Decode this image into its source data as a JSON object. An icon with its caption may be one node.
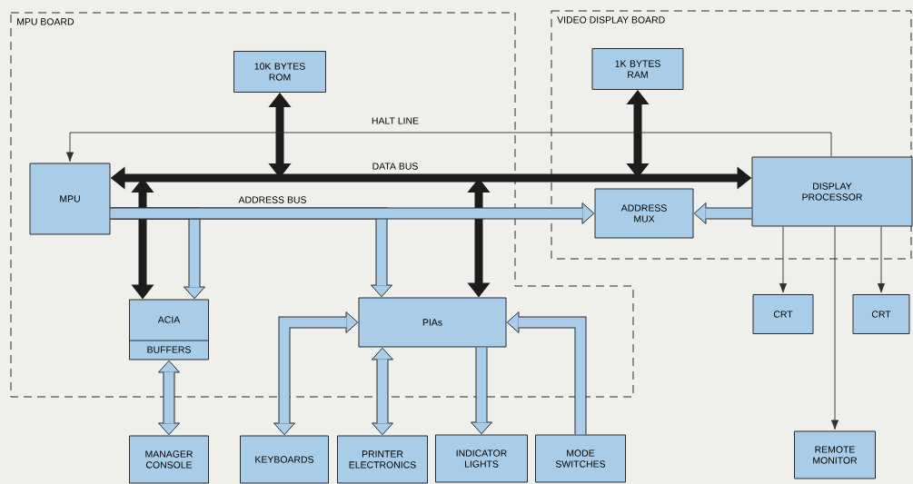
{
  "diagram": {
    "nodes": [
      {
        "text": [
          "MPU BOARD"
        ]
      },
      {
        "text": [
          "VIDEO DISPLAY BOARD"
        ]
      },
      {
        "text": [
          "10K BYTES ROM"
        ],
        "in": 0
      },
      {
        "text": [
          "MPU"
        ],
        "in": 0
      },
      {
        "text": [
          "1K BYTES RAM"
        ],
        "in": 1
      },
      {
        "text": [
          "DISPLAY PROCESSOR"
        ],
        "in": 1
      },
      {
        "text": [
          "ADDRESS MUX"
        ],
        "in": 1
      },
      {
        "text": [
          "ACIA",
          "BUFFERS"
        ],
        "in": 0
      },
      {
        "text": [
          "PIAs"
        ],
        "in": 0
      },
      {
        "text": [
          "CRT"
        ]
      },
      {
        "text": [
          "CRT"
        ]
      },
      {
        "text": [
          "MANAGER CONSOLE"
        ]
      },
      {
        "text": [
          "KEYBOARDS"
        ]
      },
      {
        "text": [
          "PRINTER ELECTRONICS"
        ]
      },
      {
        "text": [
          "INDICATOR LIGHTS"
        ]
      },
      {
        "text": [
          "MODE SWITCHES"
        ]
      },
      {
        "text": [
          "REMOTE MONITOR"
        ]
      }
    ],
    "edges": [
      {
        "from": 3,
        "to": 5,
        "arrow": "both",
        "label": "DATA BUS",
        "color": "#1c1c1c"
      },
      {
        "from": 2,
        "to": null,
        "arrow": "both",
        "color": "#1c1c1c"
      },
      {
        "from": 4,
        "to": null,
        "arrow": "both",
        "color": "#1c1c1c"
      },
      {
        "from": 7,
        "to": null,
        "arrow": "both",
        "color": "#1c1c1c"
      },
      {
        "from": 8,
        "to": null,
        "arrow": "both",
        "color": "#1c1c1c"
      },
      {
        "from": 3,
        "to": 6,
        "arrow": "to",
        "label": "ADDRESS BUS"
      },
      {
        "from": 3,
        "to": 7,
        "arrow": "to"
      },
      {
        "from": 3,
        "to": 8,
        "arrow": "to"
      },
      {
        "from": 5,
        "to": 6,
        "arrow": "to"
      },
      {
        "from": 5,
        "to": 3,
        "arrow": "to",
        "label": "HALT LINE",
        "color": "#303030"
      },
      {
        "from": 5,
        "to": 9,
        "arrow": "to",
        "color": "#303030"
      },
      {
        "from": 5,
        "to": 10,
        "arrow": "to",
        "color": "#303030"
      },
      {
        "from": 5,
        "to": 16,
        "arrow": "to",
        "color": "#303030"
      },
      {
        "from": 7,
        "to": 11,
        "arrow": "both"
      },
      {
        "from": 8,
        "to": 12,
        "arrow": "both"
      },
      {
        "from": 8,
        "to": 13,
        "arrow": "both"
      },
      {
        "from": 8,
        "to": 14,
        "arrow": "to"
      },
      {
        "from": 15,
        "to": 8,
        "arrow": "to"
      }
    ]
  }
}
